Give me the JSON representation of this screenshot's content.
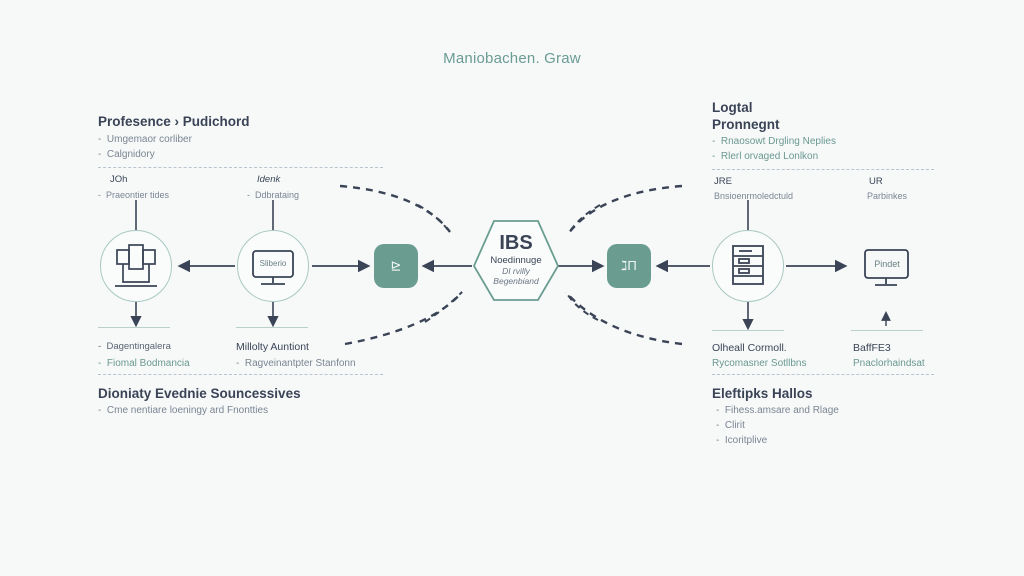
{
  "title": "Maniobachen. Graw",
  "left": {
    "heading": "Profesence › Pudichord",
    "bullets": [
      "Umgemaor corliber",
      "Calgnidory"
    ],
    "col1": {
      "label": "JOh",
      "sub": "Praeontier tides",
      "icon_text": ""
    },
    "col2": {
      "label": "Idenk",
      "sub": "Ddbrataing",
      "icon_text": "Sliberio"
    },
    "bottom1": {
      "label": "Dagentingalera",
      "sub": "Fiomal Bodmancia"
    },
    "bottom2": {
      "label": "Millolty Auntiont",
      "sub": "Ragveinantpter Stanfonn"
    },
    "footer_heading": "Dioniaty Evednie Souncessives",
    "footer_bullets": [
      "Cme nentiare loeningy ard Fnontties"
    ]
  },
  "center": {
    "hex_title": "IBS",
    "hex_line1": "Noedinnuge",
    "hex_line2": "DI rvilly",
    "hex_line3": "Begenbiand",
    "left_node_glyph": "⊵",
    "right_node_glyph": "ℷΠ"
  },
  "right": {
    "heading_line1": "Logtal",
    "heading_line2": "Pronnegnt",
    "bullets": [
      "Rnaosowt Drgling Neplies",
      "Rlerl orvaged Lonlkon"
    ],
    "col1": {
      "label": "JRE",
      "sub": "Bnsioenrmoledctuld"
    },
    "col2": {
      "label": "UR",
      "sub": "Parbinkes",
      "icon_text": "Pindet"
    },
    "bottom1": {
      "label": "Olheall Cormoll.",
      "sub": "Rycomasner Sotllbns"
    },
    "bottom2": {
      "label": "BaffFE3",
      "sub": "Pnaclorhaindsat"
    },
    "footer_heading": "Eleftipks Hallos",
    "footer_bullets": [
      "Fihess.amsare and Rlage",
      "Clirit",
      "Icoritplive"
    ]
  },
  "colors": {
    "accent": "#6a9c90",
    "text": "#3a4456",
    "muted": "#7a8592",
    "background": "#f7f9f9"
  }
}
